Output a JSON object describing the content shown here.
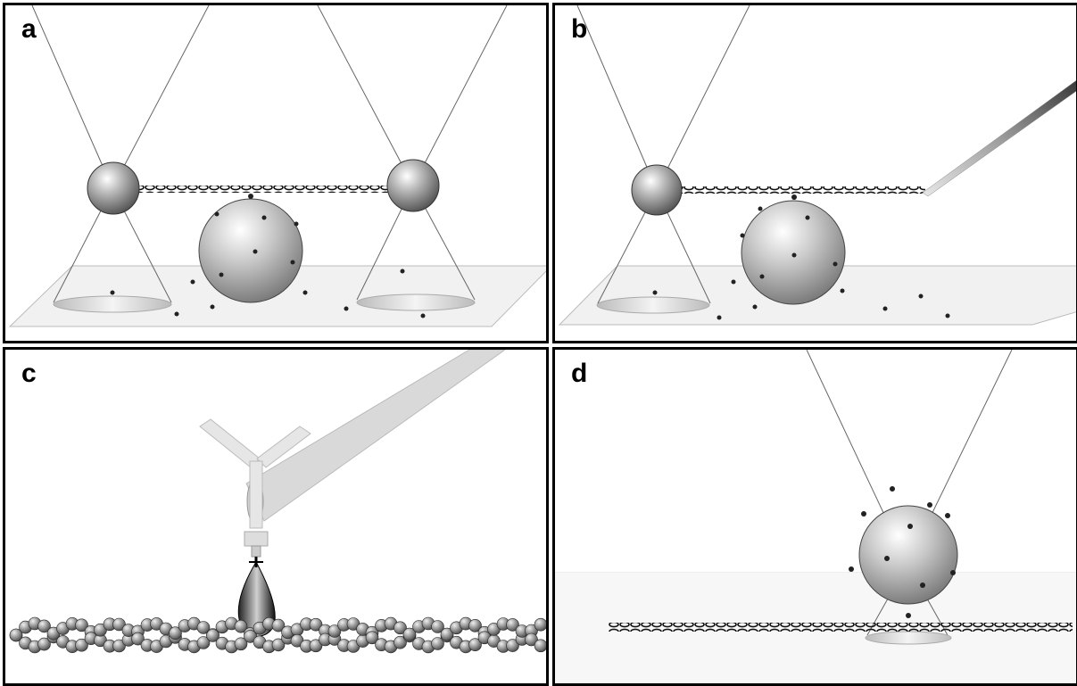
{
  "figure": {
    "panels": [
      {
        "id": "a",
        "label": "a"
      },
      {
        "id": "b",
        "label": "b"
      },
      {
        "id": "c",
        "label": "c"
      },
      {
        "id": "d",
        "label": "d"
      }
    ]
  },
  "icons": [
    "optical-trap-bead-icon",
    "actin-filament-icon",
    "myosin-coated-bead-icon",
    "microneedle-icon",
    "antibody-icon",
    "myosin-head-icon",
    "pedestal-bead-icon"
  ]
}
